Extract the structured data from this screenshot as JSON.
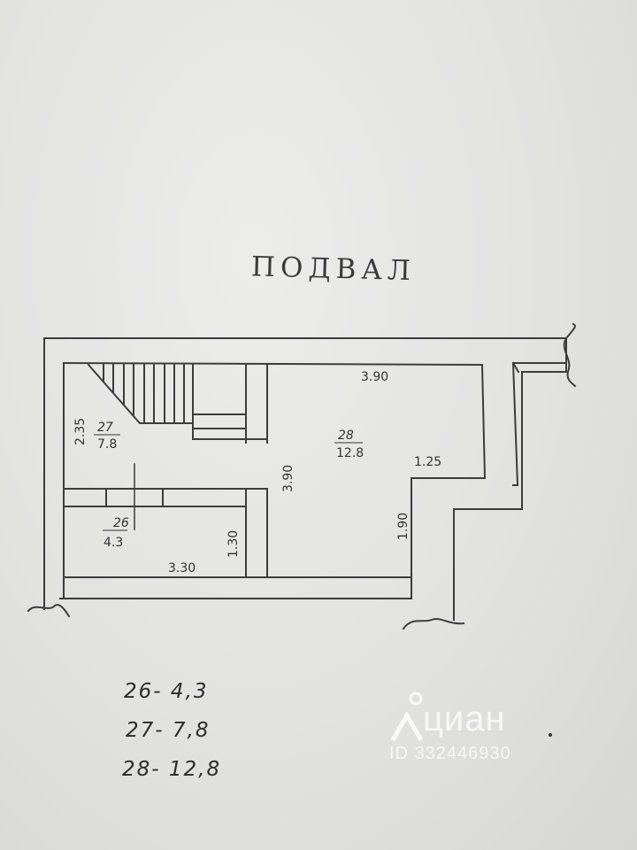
{
  "title": "ПОДВАЛ",
  "rooms": [
    {
      "id": "room-27",
      "number": "27",
      "area": "7.8"
    },
    {
      "id": "room-28",
      "number": "28",
      "area": "12.8"
    },
    {
      "id": "room-26",
      "number": "26",
      "area": "4.3"
    }
  ],
  "dimensions": {
    "top_width_28": "3.90",
    "height_27": "2.35",
    "height_28": "3.90",
    "step_width": "1.25",
    "step_height": "1.90",
    "height_26": "1.30",
    "width_26": "3.30"
  },
  "notes": [
    "26- 4,3",
    "27- 7,8",
    "28- 12,8"
  ],
  "watermark": {
    "brand": "циан",
    "id": "ID 332446930"
  },
  "colors": {
    "ink": "#3c3c3c",
    "paper": "#e3e3e0",
    "watermark": "#ffffff"
  }
}
